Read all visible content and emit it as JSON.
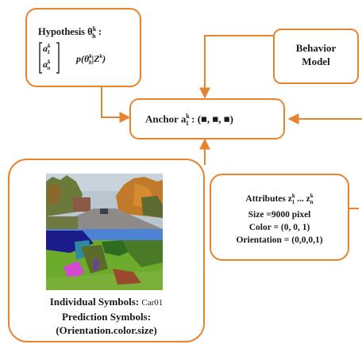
{
  "hypothesis": {
    "title": "Hypothesis θ",
    "title_sup": "k",
    "title_sub": "h",
    "title_tail": " :",
    "vector_top": "a",
    "vector_top_sup": "k",
    "vector_top_sub": "1",
    "vector_bottom": "a",
    "vector_bottom_sup": "k",
    "vector_bottom_sub": "n",
    "probability": "p(θ",
    "probability_sup": "k",
    "probability_sub": "h",
    "probability_tail": "|Z",
    "probability_tail_sup": "k",
    "probability_close": ")"
  },
  "behavior_model": {
    "line1": "Behavior",
    "line2": "Model"
  },
  "anchor": {
    "label": "Anchor a",
    "label_sup": "k",
    "label_sub": "1",
    "value": " : (■, ■, ■)"
  },
  "attributes": {
    "title": "Attributes z",
    "title_sup1": "k",
    "title_sub1": "1",
    "title_mid": " ... z",
    "title_sup2": "k",
    "title_sub2": "n",
    "size": "Size =9000 pixel",
    "color": "Color = (0, 0, 1)",
    "orientation": "Orientation = (0,0,0,1)"
  },
  "symbols": {
    "individual_label": "Individual Symbols: ",
    "individual_value": "Car01",
    "prediction_label": "Prediction Symbols:",
    "prediction_value": "(Orientation.color.size)"
  },
  "colors": {
    "accent": "#e8832e"
  }
}
